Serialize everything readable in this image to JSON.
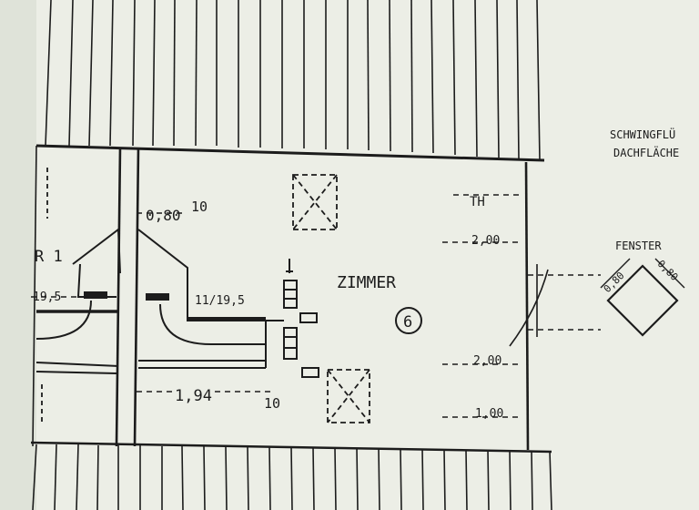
{
  "room": {
    "name": "ZIMMER",
    "number": "6"
  },
  "dimensions": {
    "top_left_dim": "0,80",
    "top_left_suffix": "10",
    "left_width": "19,5",
    "middle_width": "11/19,5",
    "bottom_width": "1,94",
    "bottom_small": "10",
    "right_top_mark": "TH",
    "right_dim_1": "2,00",
    "right_dim_2": "2,00",
    "right_dim_3": "1,00"
  },
  "labels": {
    "stair": "R 1",
    "note_line_1": "SCHWINGFLÜ",
    "note_line_2": "DACHFLÄCHE",
    "window": "FENSTER",
    "window_dim_a": "0,80",
    "window_dim_b": "0,80"
  }
}
